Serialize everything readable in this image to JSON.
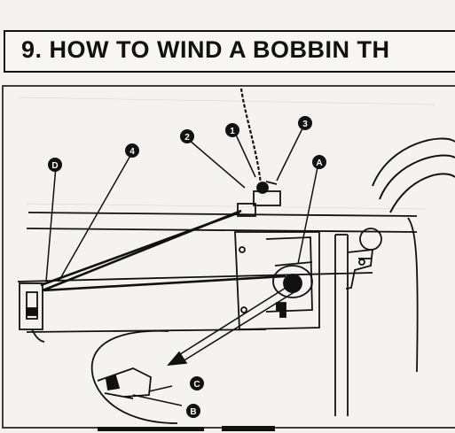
{
  "header": {
    "title": "9. HOW TO WIND A BOBBIN TH"
  },
  "figure": {
    "callouts": {
      "c1": "1",
      "c2": "2",
      "c3": "3",
      "c4": "4",
      "cA": "A",
      "cB": "B",
      "cC": "C",
      "cD": "D"
    }
  },
  "colors": {
    "ink": "#111111",
    "paper": "#f4f3f0"
  }
}
